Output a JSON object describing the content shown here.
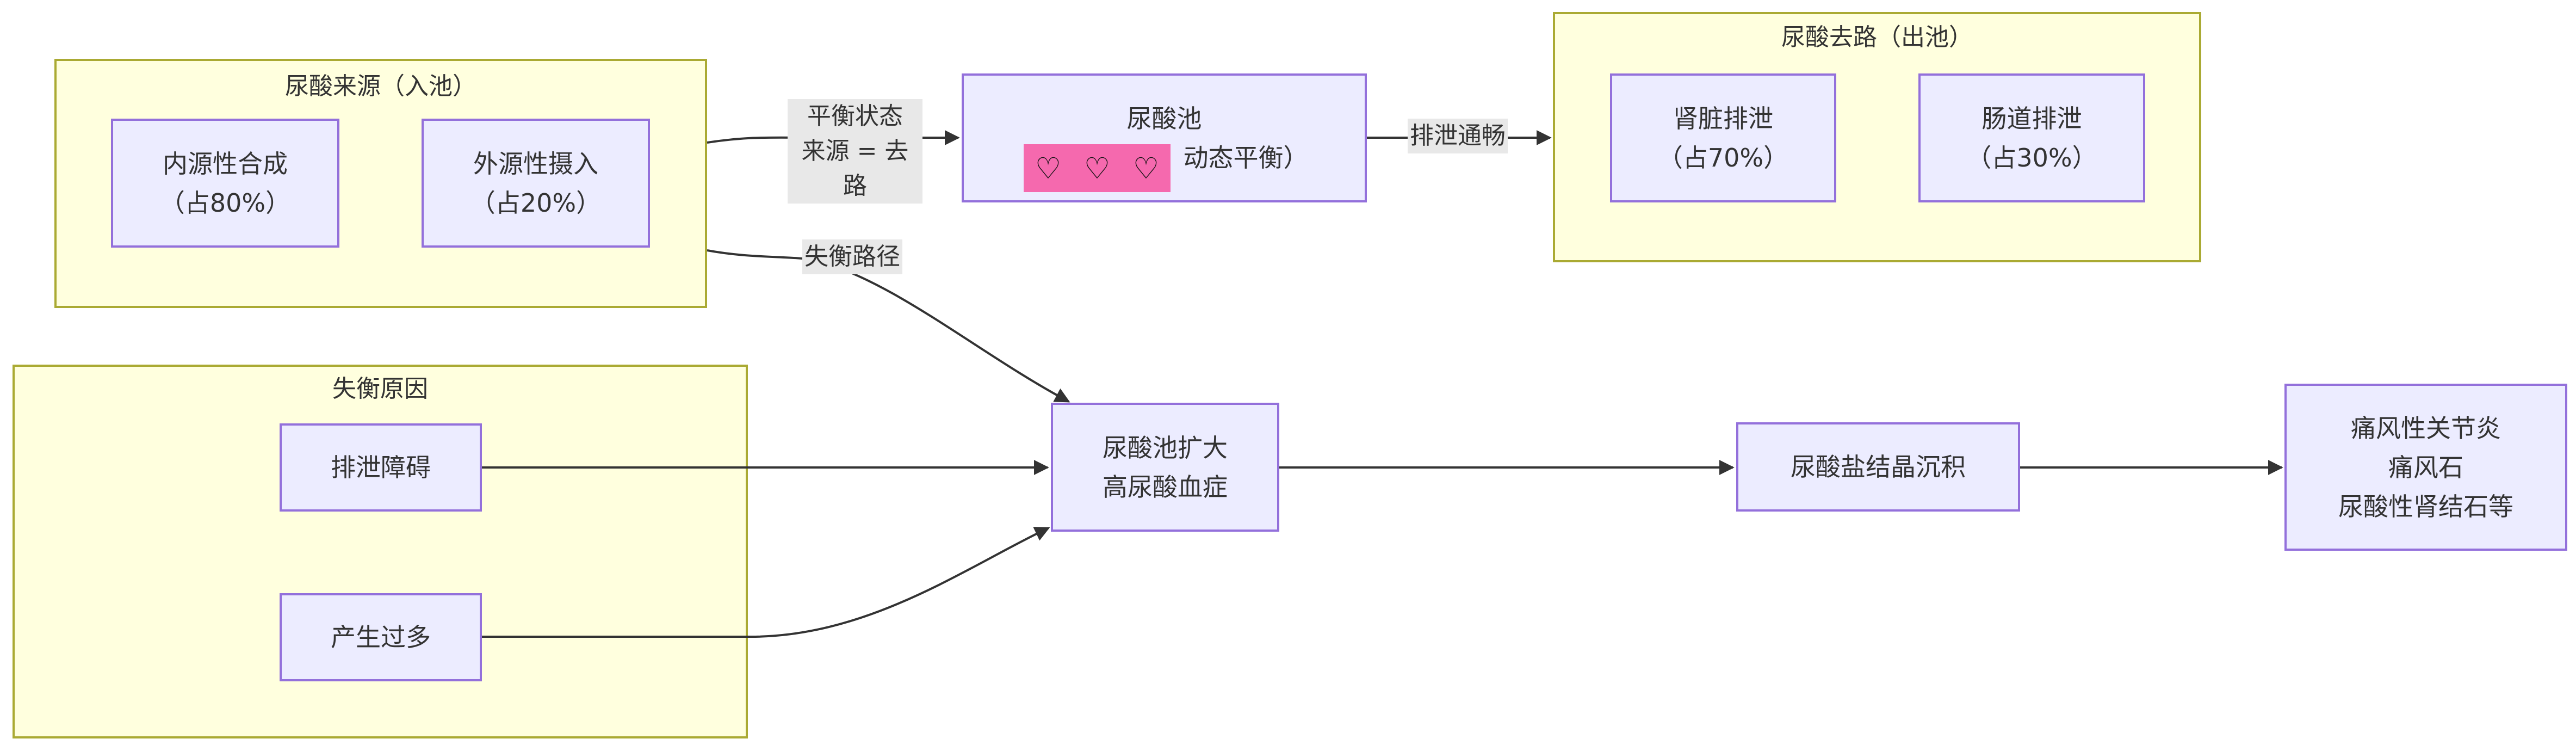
{
  "groups": {
    "sources": {
      "title": "尿酸来源（入池）"
    },
    "outflow": {
      "title": "尿酸去路（出池）"
    },
    "causes": {
      "title": "失衡原因"
    }
  },
  "nodes": {
    "endogenous": {
      "line1": "内源性合成",
      "line2": "（占80%）"
    },
    "exogenous": {
      "line1": "外源性摄入",
      "line2": "（占20%）"
    },
    "pool": {
      "line1": "尿酸池",
      "line2_visible": "动态平衡）"
    },
    "kidney": {
      "line1": "肾脏排泄",
      "line2": "（占70%）"
    },
    "intestine": {
      "line1": "肠道排泄",
      "line2": "（占30%）"
    },
    "excretion_disorder": {
      "label": "排泄障碍"
    },
    "overproduction": {
      "label": "产生过多"
    },
    "pool_enlarged": {
      "line1": "尿酸池扩大",
      "line2": "高尿酸血症"
    },
    "crystal": {
      "label": "尿酸盐结晶沉积"
    },
    "outcome": {
      "line1": "痛风性关节炎",
      "line2": "痛风石",
      "line3": "尿酸性肾结石等"
    }
  },
  "edge_labels": {
    "balance": {
      "line1": "平衡状态",
      "line2": "来源 = 去路"
    },
    "excretion_ok": "排泄通畅",
    "imbalance": "失衡路径"
  },
  "sticker": {
    "icon": "heart-faces-sticker",
    "color": "#f569ae",
    "count": 3
  },
  "colors": {
    "group_fill": "#ffffde",
    "group_border": "#aaaa33",
    "node_fill": "#ececff",
    "node_border": "#9370db",
    "edge": "#333333",
    "edge_label_bg": "#e8e8e8"
  }
}
